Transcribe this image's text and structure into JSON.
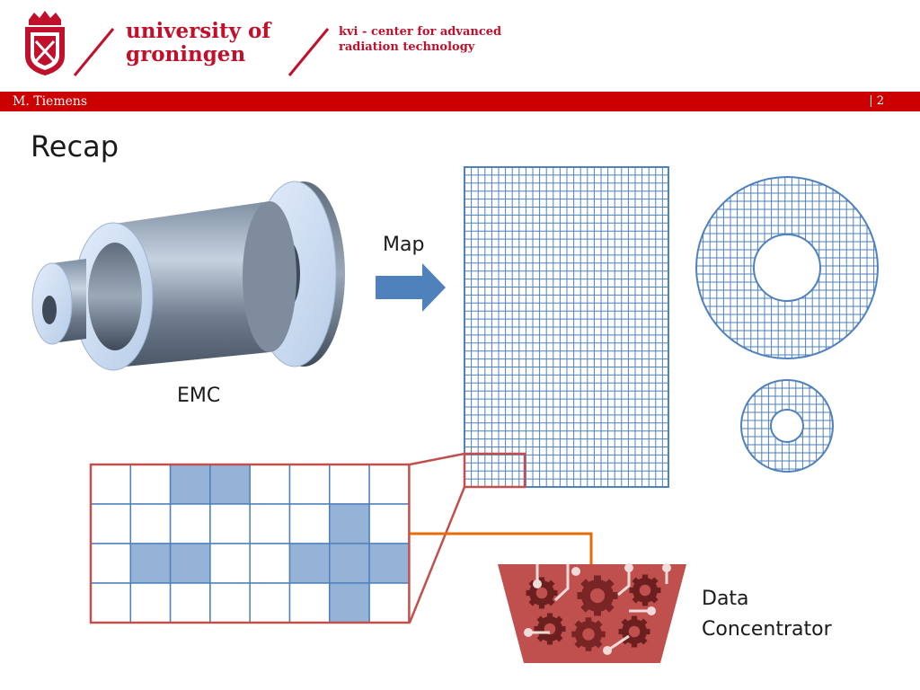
{
  "header": {
    "university": [
      "university of",
      "groningen"
    ],
    "kvi": [
      "kvi - center for advanced",
      "radiation technology"
    ],
    "author": "M. Tiemens",
    "page_number": "| 2"
  },
  "slide": {
    "title": "Recap",
    "map_label": "Map",
    "emc_label": "EMC",
    "data_concentrator_label": [
      "Data",
      "Concentrator"
    ]
  },
  "colors": {
    "brand_red": "#cc0000",
    "grid_blue": "#4f81bd",
    "fill_blue": "#95b3d7",
    "zoom_red": "#c0504d",
    "wire_orange": "#e36c09",
    "chip_red": "#c0504d"
  },
  "zoom_grid": {
    "rows": 4,
    "cols": 8,
    "filled_cells": [
      [
        0,
        2
      ],
      [
        0,
        3
      ],
      [
        1,
        6
      ],
      [
        2,
        1
      ],
      [
        2,
        2
      ],
      [
        2,
        5
      ],
      [
        2,
        6
      ],
      [
        2,
        7
      ],
      [
        3,
        6
      ]
    ]
  },
  "icons": [
    "university-crest-icon",
    "emc-detector-icon",
    "right-arrow-icon",
    "gear-icon"
  ]
}
